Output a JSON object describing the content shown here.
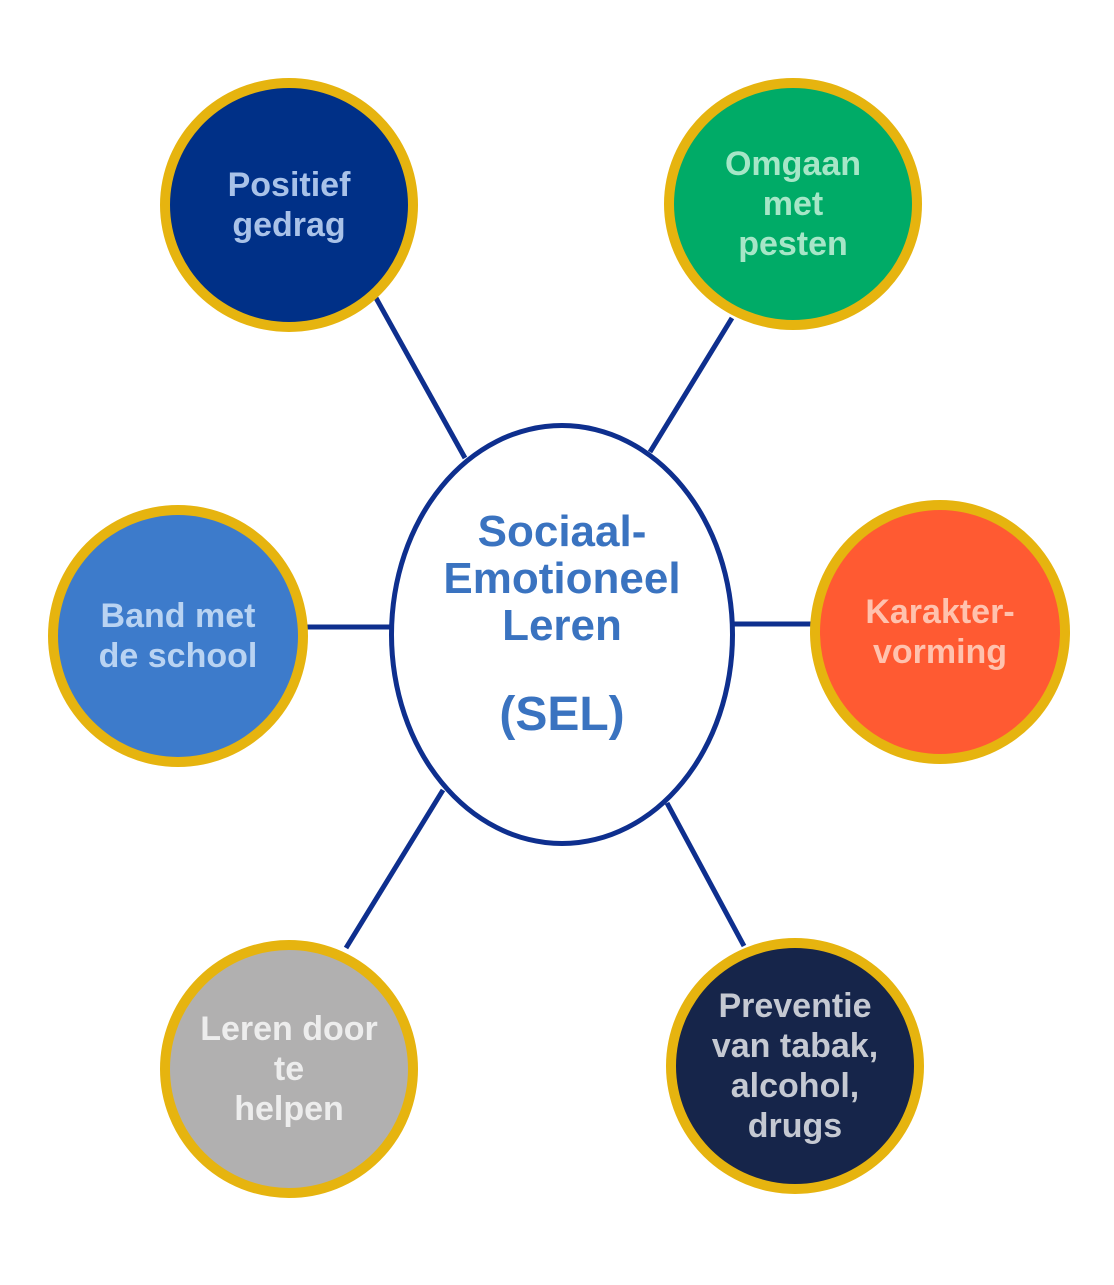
{
  "colors": {
    "ring": "#E6B40F",
    "connector": "#0E2F8E",
    "center_text": "#3A73C0"
  },
  "center": {
    "title": "Sociaal-\nEmotioneel\nLeren",
    "abbreviation": "(SEL)"
  },
  "nodes": {
    "positief_gedrag": {
      "label": "Positief\ngedrag",
      "fill": "#003087",
      "text_color": "#A9C2E8"
    },
    "omgaan_met_pesten": {
      "label": "Omgaan\nmet\npesten",
      "fill": "#00AB67",
      "text_color": "#A6E6C7"
    },
    "band_met_school": {
      "label": "Band met\nde school",
      "fill": "#3D7BCB",
      "text_color": "#B9D3F2"
    },
    "karaktervorming": {
      "label": "Karakter-\nvorming",
      "fill": "#FF5A32",
      "text_color": "#FFC2AE"
    },
    "leren_door_helpen": {
      "label": "Leren door\nte\nhelpen",
      "fill": "#B1B0B0",
      "text_color": "#EDEDED"
    },
    "preventie": {
      "label": "Preventie\nvan tabak,\nalcohol,\ndrugs",
      "fill": "#16254A",
      "text_color": "#C5C9D2"
    }
  }
}
